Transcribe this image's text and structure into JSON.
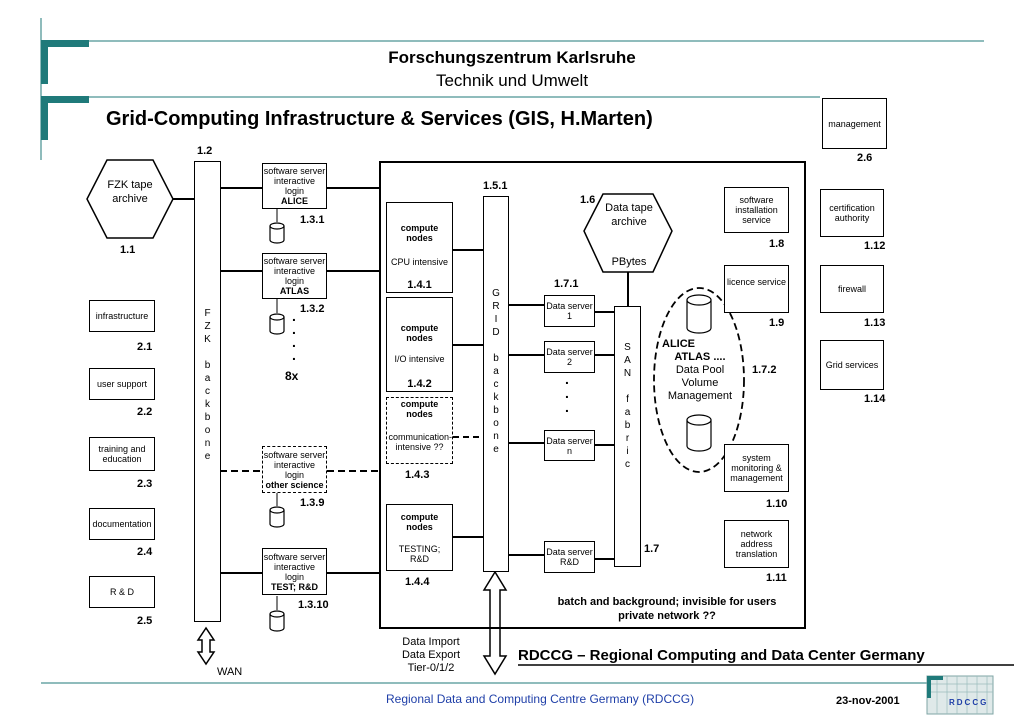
{
  "header": {
    "org": "Forschungszentrum Karlsruhe",
    "dept": "Technik und Umwelt"
  },
  "title": "Grid-Computing Infrastructure & Services (GIS, H.Marten)",
  "left_boxes": [
    {
      "label": "infrastructure",
      "num": "2.1"
    },
    {
      "label": "user support",
      "num": "2.2"
    },
    {
      "label": "training and education",
      "num": "2.3"
    },
    {
      "label": "documentation",
      "num": "2.4"
    },
    {
      "label": "R & D",
      "num": "2.5"
    }
  ],
  "fzk_archive": {
    "label": "FZK tape archive",
    "num": "1.1"
  },
  "fzk_backbone": {
    "num": "1.2",
    "label": "F\nZ\nK\n\nb\na\nc\nk\nb\no\nn\ne"
  },
  "wan": "WAN",
  "software_servers": [
    {
      "line1": "software server",
      "line2": "interactive",
      "line3": "login",
      "name": "ALICE",
      "num": "1.3.1"
    },
    {
      "line1": "software server",
      "line2": "interactive",
      "line3": "login",
      "name": "ATLAS",
      "num": "1.3.2"
    },
    {
      "line1": "software server",
      "line2": "interactive",
      "line3": "login",
      "name": "other science",
      "num": "1.3.9"
    },
    {
      "line1": "software server",
      "line2": "interactive",
      "line3": "login",
      "name": "TEST; R&D",
      "num": "1.3.10"
    }
  ],
  "multiplier": "8x",
  "compute_nodes": [
    {
      "title": "compute nodes",
      "desc": "CPU intensive",
      "num": "1.4.1"
    },
    {
      "title": "compute nodes",
      "desc": "I/O intensive",
      "num": "1.4.2"
    },
    {
      "title": "compute nodes",
      "desc": "communication-intensive ??",
      "num": "1.4.3"
    },
    {
      "title": "compute nodes",
      "desc": "TESTING; R&D",
      "num": "1.4.4"
    }
  ],
  "grid_backbone": {
    "num": "1.5.1",
    "label": "G\nR\nI\nD\n\nb\na\nc\nk\nb\no\nn\ne"
  },
  "data_import": {
    "line1": "Data Import",
    "line2": "Data Export",
    "line3": "Tier-0/1/2"
  },
  "data_tape": {
    "num": "1.6",
    "label": "Data tape archive",
    "sub": "PBytes"
  },
  "data_servers": {
    "num": "1.7.1",
    "items": [
      "Data server 1",
      "Data server 2",
      "Data server n",
      "Data server R&D"
    ]
  },
  "san": {
    "label": "S\nA\nN\n\nf\na\nb\nr\ni\nc",
    "num": "1.7"
  },
  "data_pool": {
    "line1": "ALICE",
    "line2": "ATLAS ....",
    "line3": "Data Pool",
    "line4": "Volume",
    "line5": "Management",
    "num": "1.7.2"
  },
  "inner_services": [
    {
      "label": "software installation service",
      "num": "1.8"
    },
    {
      "label": "licence service",
      "num": "1.9"
    },
    {
      "label": "system monitoring & management",
      "num": "1.10"
    },
    {
      "label": "network address translation",
      "num": "1.11"
    }
  ],
  "right_services": [
    {
      "label": "management",
      "num": "2.6"
    },
    {
      "label": "certification authority",
      "num": "1.12"
    },
    {
      "label": "firewall",
      "num": "1.13"
    },
    {
      "label": "Grid services",
      "num": "1.14"
    }
  ],
  "batch_note": {
    "line1": "batch and background; invisible for users",
    "line2": "private network ??"
  },
  "rdccg_heading": "RDCCG – Regional Computing and Data Center Germany",
  "footer": {
    "center": "Regional Data and Computing Centre Germany (RDCCG)",
    "date": "23-nov-2001",
    "logo": "RDCCG"
  },
  "colors": {
    "teal": "#1f7a7a",
    "footer_blue": "#1f3fa8",
    "black": "#000000"
  }
}
